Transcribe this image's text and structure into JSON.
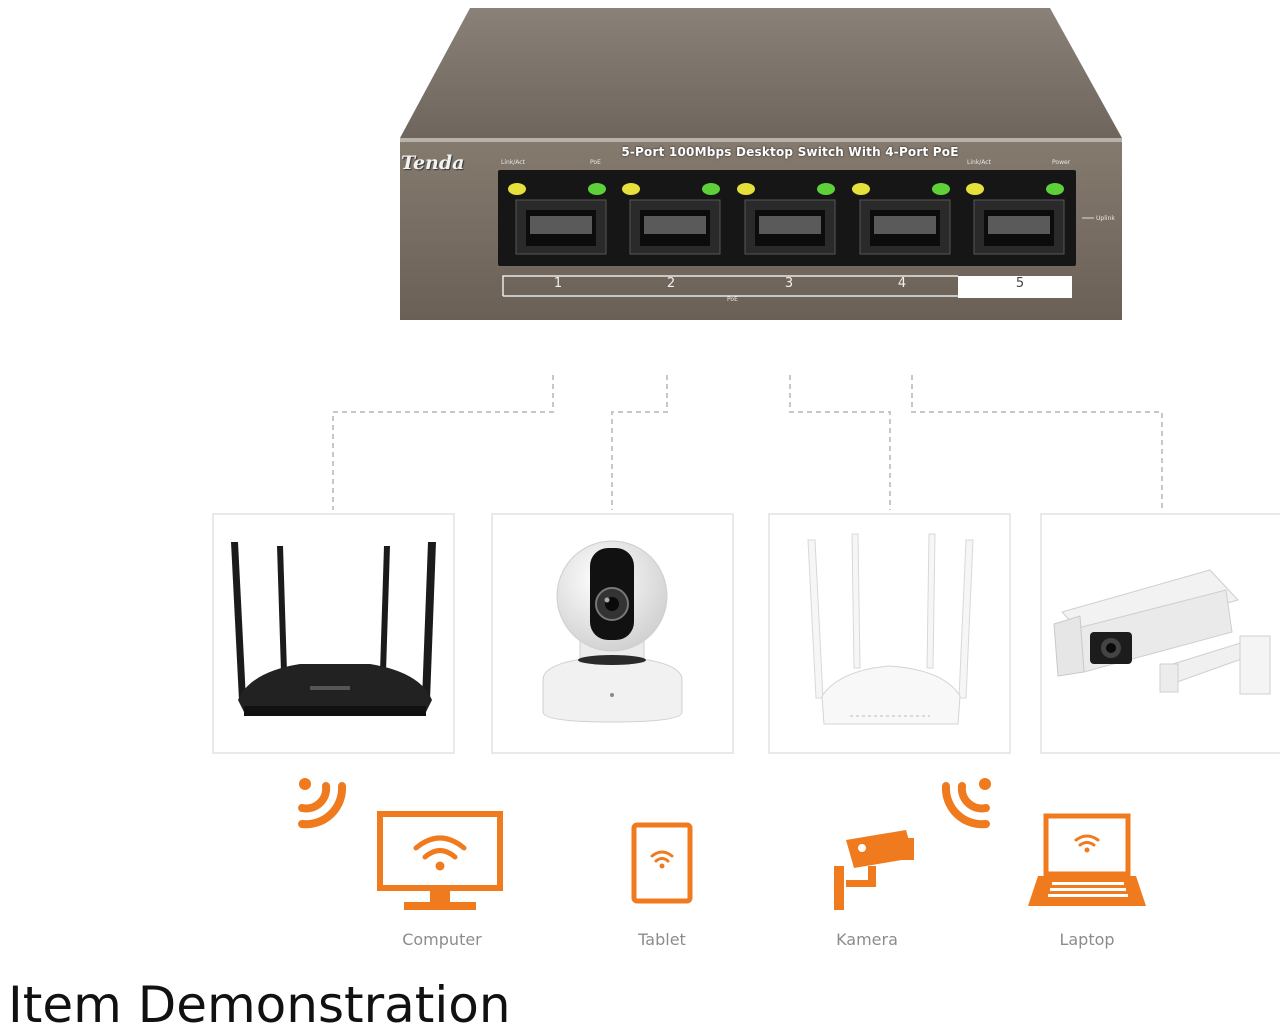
{
  "switch": {
    "brand": "Tenda",
    "model_title": "5-Port 100Mbps Desktop Switch With 4-Port PoE",
    "label_link_act_left": "Link/Act",
    "label_poe": "PoE",
    "label_link_act_right": "Link/Act",
    "label_power": "Power",
    "label_uplink": "Uplink",
    "label_poe_bottom": "PoE",
    "ports": [
      "1",
      "2",
      "3",
      "4",
      "5"
    ]
  },
  "devices": [
    {
      "name": "router-black",
      "icon": "router-icon"
    },
    {
      "name": "ptz-camera",
      "icon": "camera-icon"
    },
    {
      "name": "router-white",
      "icon": "router-icon"
    },
    {
      "name": "bullet-camera",
      "icon": "cctv-icon"
    }
  ],
  "clients": [
    {
      "label": "Computer",
      "icon": "monitor-wifi-icon"
    },
    {
      "label": "Tablet",
      "icon": "tablet-wifi-icon"
    },
    {
      "label": "Kamera",
      "icon": "cctv-icon"
    },
    {
      "label": "Laptop",
      "icon": "laptop-wifi-icon"
    }
  ],
  "colors": {
    "accent_orange": "#f07a1e",
    "switch_body": "#7d7266",
    "led_yellow": "#e6e03a",
    "led_green": "#5ed13a"
  },
  "caption": "Item Demonstration"
}
